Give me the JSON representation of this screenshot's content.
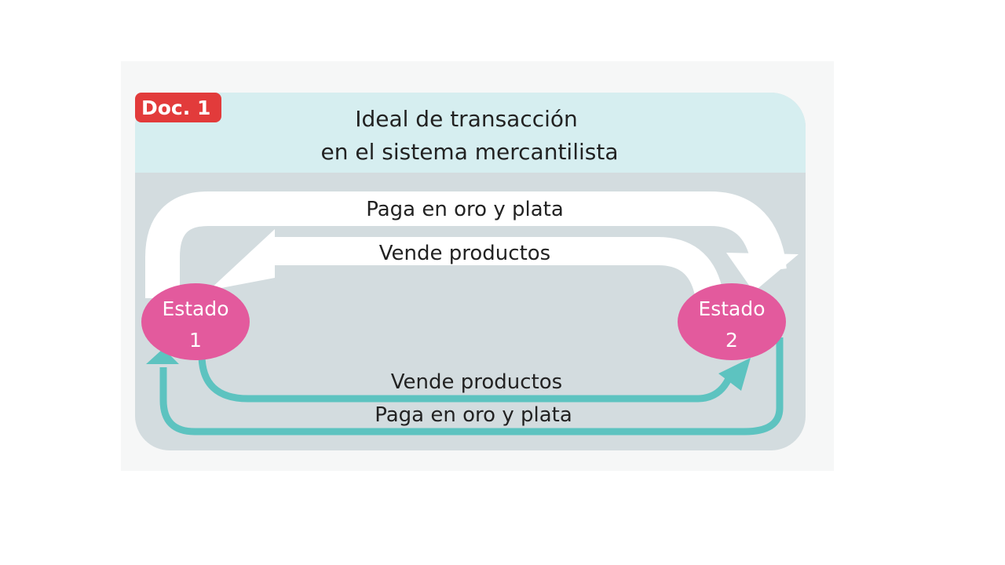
{
  "badge": {
    "text": "Doc. 1",
    "color": "#e23b3b"
  },
  "title": {
    "line1": "Ideal de transacción",
    "line2": "en el sistema mercantilista"
  },
  "nodes": [
    {
      "line1": "Estado",
      "line2": "1"
    },
    {
      "line1": "Estado",
      "line2": "2"
    }
  ],
  "arrows": {
    "top_outer": "Paga en oro y plata",
    "top_inner": "Vende productos",
    "bottom_inner": "Vende productos",
    "bottom_outer": "Paga en oro y plata"
  },
  "colors": {
    "header_bg": "#d6eef0",
    "panel_bg": "#d3dcdf",
    "white_arrow": "#ffffff",
    "teal_arrow": "#5dc3c0",
    "node_fill": "#e35a9d",
    "text_dark": "#222222"
  }
}
